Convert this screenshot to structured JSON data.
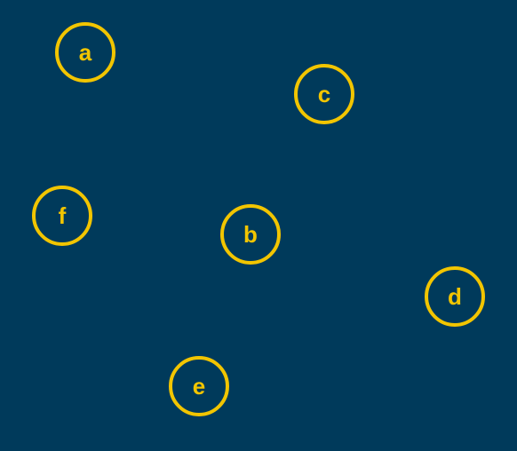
{
  "colors": {
    "background": "#003a5b",
    "node_stroke": "#f2c500",
    "node_text": "#f2c500"
  },
  "nodes": {
    "a": "a",
    "b": "b",
    "c": "c",
    "d": "d",
    "e": "e",
    "f": "f"
  }
}
